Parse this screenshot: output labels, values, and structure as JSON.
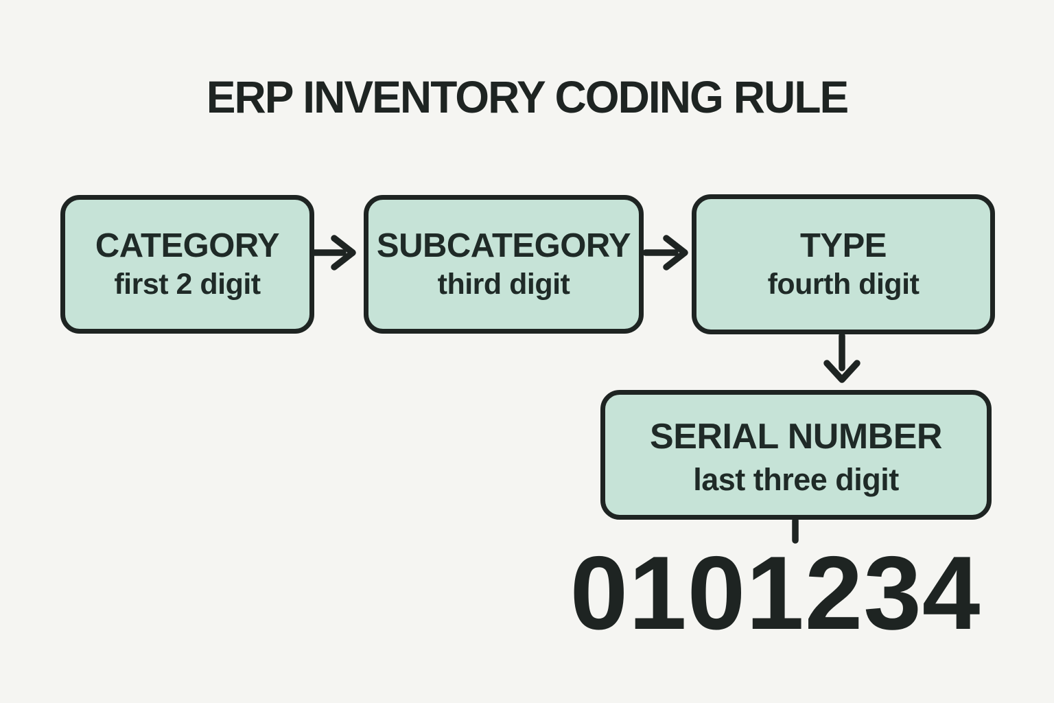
{
  "title": "ERP INVENTORY CODING RULE",
  "diagram": {
    "nodes": [
      {
        "id": "category",
        "label": "CATEGORY",
        "sublabel": "first 2 digit"
      },
      {
        "id": "subcategory",
        "label": "SUBCATEGORY",
        "sublabel": "third digit"
      },
      {
        "id": "type",
        "label": "TYPE",
        "sublabel": "fourth digit"
      },
      {
        "id": "serial-number",
        "label": "SERIAL NUMBER",
        "sublabel": "last three digit"
      }
    ],
    "connections": [
      {
        "from": "category",
        "to": "subcategory",
        "direction": "right"
      },
      {
        "from": "subcategory",
        "to": "type",
        "direction": "right"
      },
      {
        "from": "type",
        "to": "serial-number",
        "direction": "down"
      },
      {
        "from": "serial-number",
        "to": "example-code",
        "direction": "down"
      }
    ],
    "example_code": "0101234"
  },
  "colors": {
    "bg": "#f5f5f2",
    "mint": "#c6e3d7",
    "ink": "#1e2422",
    "text": "#1f2a27"
  }
}
